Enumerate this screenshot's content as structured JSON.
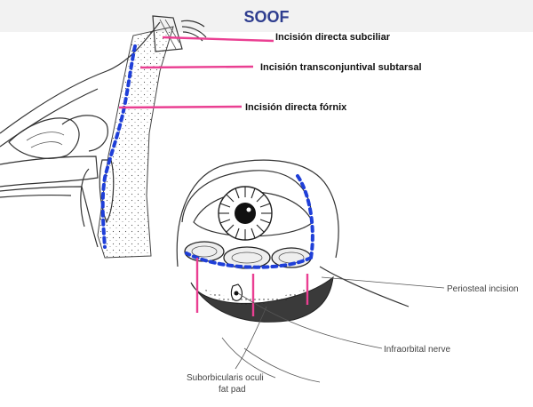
{
  "title": {
    "text": "SOOF",
    "color": "#2e3d8f"
  },
  "labels": {
    "subciliar": "Incisión directa subciliar",
    "subtarsal": "Incisión transconjuntival subtarsal",
    "fornix": "Incisión directa fórnix",
    "periosteal": "Periosteal incision",
    "infraorbital": "Infraorbital nerve",
    "soof_line1": "Suborbicularis oculi",
    "soof_line2": "fat pad"
  },
  "colors": {
    "incision_marker": "#ea3f92",
    "dotted_path": "#1f3fd8",
    "line_art": "#333333"
  }
}
